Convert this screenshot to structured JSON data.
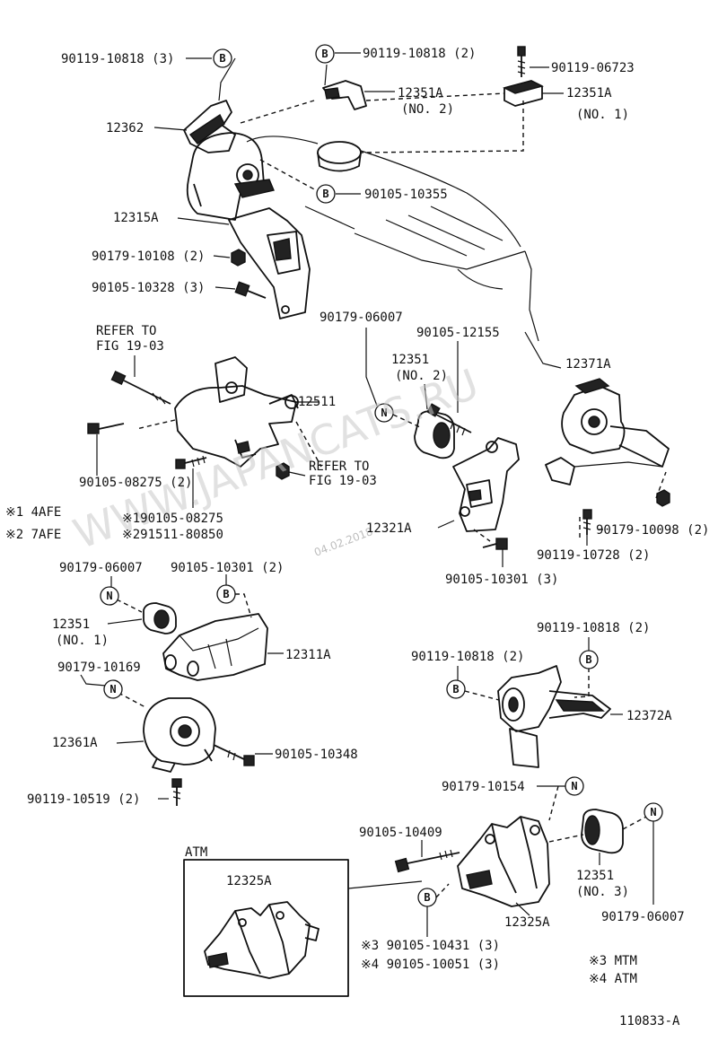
{
  "diagram_id": "110833-A",
  "watermark": "WWW.JAPANCATS.RU",
  "stamp_date": "04.02.2018",
  "notes": {
    "n1": "※1 4AFE",
    "n2": "※2 7AFE",
    "n3": "※3 MTM",
    "n4": "※4 ATM"
  },
  "marks": {
    "b": "B",
    "n": "N"
  },
  "labels": {
    "l01": "90119-10818 (3)",
    "l02": "90119-10818 (2)",
    "l03": "90119-06723",
    "l04a": "12351A",
    "l04b": "(NO. 2)",
    "l05a": "12351A",
    "l05b": "(NO. 1)",
    "l06": "12362",
    "l07": "90105-10355",
    "l08": "12315A",
    "l09": "90179-10108 (2)",
    "l10": "90105-10328 (3)",
    "l11": "90179-06007",
    "l12": "90105-12155",
    "l13a": "12351",
    "l13b": "(NO. 2)",
    "l14": "12371A",
    "l15a": "REFER TO",
    "l15b": "FIG 19-03",
    "l16": "12511",
    "l17": "90105-08275 (2)",
    "l18a": "REFER TO",
    "l18b": "FIG 19-03",
    "l19": "※190105-08275",
    "l20": "※291511-80850",
    "l21": "12321A",
    "l22": "90179-10098 (2)",
    "l23": "90119-10728 (2)",
    "l24": "90105-10301 (3)",
    "l25": "90179-06007",
    "l26": "90105-10301 (2)",
    "l27a": "12351",
    "l27b": "(NO. 1)",
    "l28": "12311A",
    "l29": "90179-10169",
    "l30": "90119-10818 (2)",
    "l31": "90119-10818 (2)",
    "l32": "12372A",
    "l33": "12361A",
    "l34": "90105-10348",
    "l35": "90179-10154",
    "l36": "90119-10519 (2)",
    "l37": "90105-10409",
    "l38": "ATM",
    "l39": "12325A",
    "l40": "12325A",
    "l41a": "12351",
    "l41b": "(NO. 3)",
    "l42": "90179-06007",
    "l43": "※3 90105-10431 (3)",
    "l44": "※4 90105-10051 (3)"
  }
}
